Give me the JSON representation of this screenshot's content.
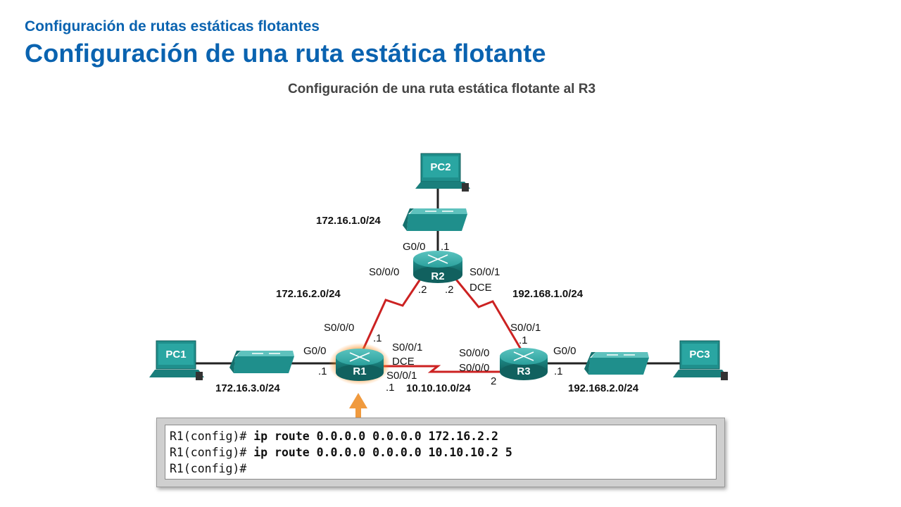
{
  "header": {
    "subtitle": "Configuración de rutas estáticas flotantes",
    "title": "Configuración de una ruta estática flotante"
  },
  "diagram": {
    "title": "Configuración de una ruta estática flotante al R3",
    "devices": {
      "pc1": "PC1",
      "pc2": "PC2",
      "pc3": "PC3",
      "r1": "R1",
      "r2": "R2",
      "r3": "R3"
    },
    "networks": {
      "lan_r2": "172.16.1.0/24",
      "link_r1_r2": "172.16.2.0/24",
      "link_r2_r3": "192.168.1.0/24",
      "lan_r1": "172.16.3.0/24",
      "link_r1_r3": "10.10.10.0/24",
      "lan_r3": "192.168.2.0/24"
    },
    "interfaces": {
      "r2_g00": "G0/0",
      "r2_g00_ip": ".1",
      "r2_s000": "S0/0/0",
      "r2_s000_ip": ".2",
      "r2_s001": "S0/0/1",
      "r2_s001_dce": "DCE",
      "r2_s001_ip": ".2",
      "r1_s000": "S0/0/0",
      "r1_s000_ip": ".1",
      "r1_g00": "G0/0",
      "r1_g00_ip": ".1",
      "r1_s001_top": "S0/0/1",
      "r1_s001_dce": "DCE",
      "r1_s001_bottom": "S0/0/1",
      "r1_s001_ip": ".1",
      "r3_s001": "S0/0/1",
      "r3_s001_ip": ".1",
      "r3_s000_top": "S0/0/0",
      "r3_s000_bottom": "S0/0/0",
      "r3_s000_ip": "2",
      "r3_g00": "G0/0",
      "r3_g00_ip": ".1"
    },
    "colors": {
      "device": "#1f8f8c",
      "serial_link": "#cc2222",
      "highlight": "#ff8c1a",
      "arrow": "#f09a3e",
      "heading": "#0a63b0"
    }
  },
  "cli": {
    "prompt": "R1(config)#",
    "lines": [
      {
        "prompt": "R1(config)#",
        "command": " ip route 0.0.0.0 0.0.0.0 172.16.2.2"
      },
      {
        "prompt": "R1(config)#",
        "command": " ip route 0.0.0.0 0.0.0.0 10.10.10.2 5"
      },
      {
        "prompt": "R1(config)#",
        "command": ""
      }
    ]
  }
}
